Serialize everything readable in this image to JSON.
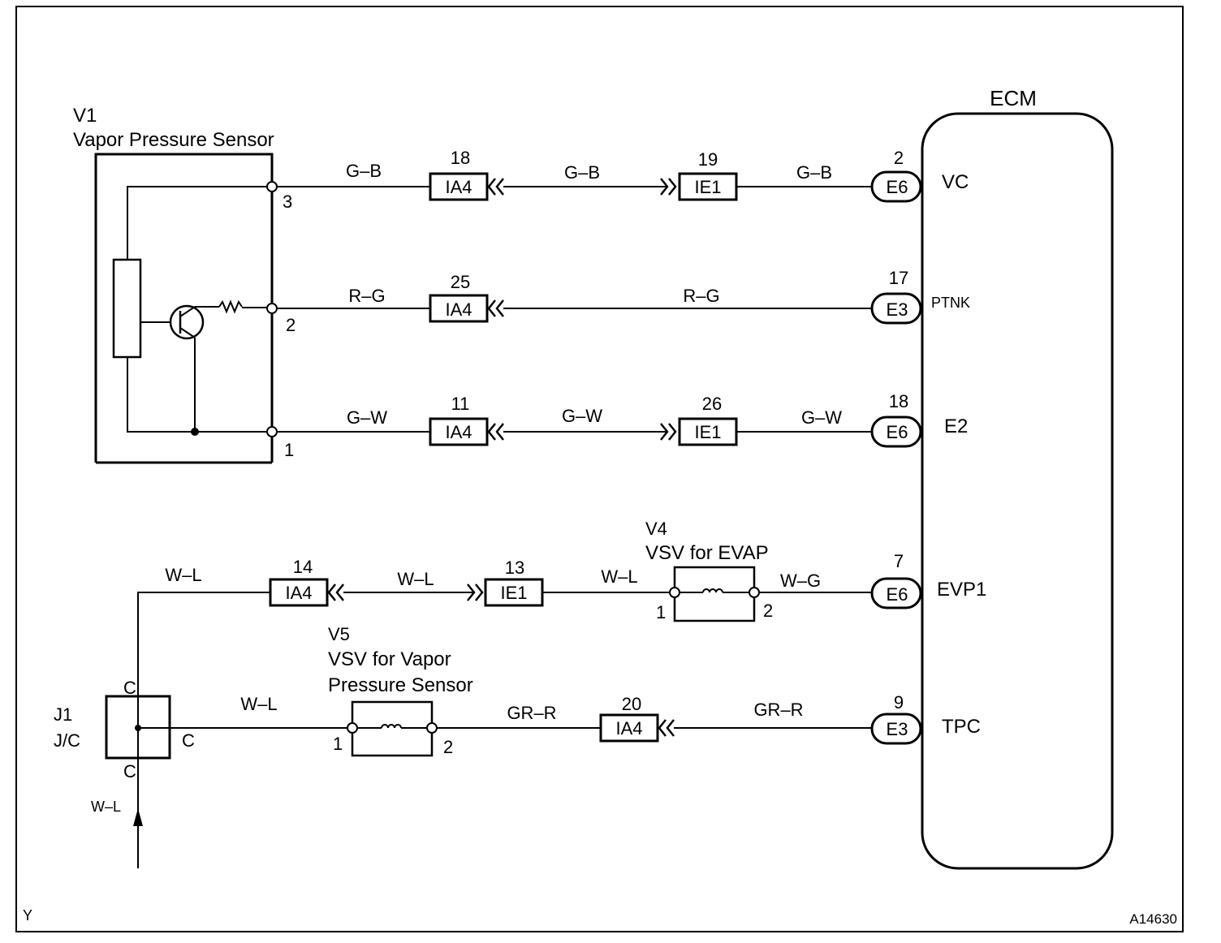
{
  "ecm": {
    "title": "ECM"
  },
  "v1": {
    "id": "V1",
    "name": "Vapor Pressure Sensor",
    "pins": [
      "3",
      "2",
      "1"
    ]
  },
  "circuits": [
    {
      "wire_left": "G–B",
      "conn1_pin": "18",
      "conn1": "IA4",
      "wire_mid": "G–B",
      "conn2_pin": "19",
      "conn2": "IE1",
      "wire_right": "G–B",
      "ecm_pin": "2",
      "ecm_conn": "E6",
      "signal": "VC"
    },
    {
      "wire_left": "R–G",
      "conn1_pin": "25",
      "conn1": "IA4",
      "wire_mid": "R–G",
      "ecm_pin": "17",
      "ecm_conn": "E3",
      "signal": "PTNK"
    },
    {
      "wire_left": "G–W",
      "conn1_pin": "11",
      "conn1": "IA4",
      "wire_mid": "G–W",
      "conn2_pin": "26",
      "conn2": "IE1",
      "wire_right": "G–W",
      "ecm_pin": "18",
      "ecm_conn": "E6",
      "signal": "E2"
    },
    {
      "wire_left": "W–L",
      "conn1_pin": "14",
      "conn1": "IA4",
      "wire_mid": "W–L",
      "conn2_pin": "13",
      "conn2": "IE1",
      "wire_right": "W–L",
      "wire_after": "W–G",
      "ecm_pin": "7",
      "ecm_conn": "E6",
      "signal": "EVP1"
    },
    {
      "wire_left": "W–L",
      "wire_mid": "GR–R",
      "conn1_pin": "20",
      "conn1": "IA4",
      "wire_right": "GR–R",
      "ecm_pin": "9",
      "ecm_conn": "E3",
      "signal": "TPC"
    }
  ],
  "v4": {
    "id": "V4",
    "name": "VSV for EVAP",
    "pin1": "1",
    "pin2": "2"
  },
  "v5": {
    "id": "V5",
    "name_line1": "VSV for Vapor",
    "name_line2": "Pressure Sensor",
    "pin1": "1",
    "pin2": "2"
  },
  "j1": {
    "id": "J1",
    "name": "J/C",
    "pin_top": "C",
    "pin_right": "C",
    "pin_bottom": "C",
    "feed_wire": "W–L"
  },
  "footer": {
    "left": "Y",
    "right": "A14630"
  }
}
